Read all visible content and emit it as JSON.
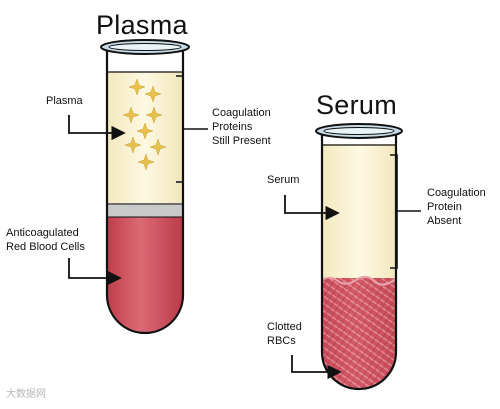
{
  "plasma_tube": {
    "title": "Plasma",
    "plasma_label": "Plasma",
    "coagulation_label": [
      "Coagulation",
      "Proteins",
      "Still Present"
    ],
    "cells_label": [
      "Anticoagulated",
      "Red Blood Cells"
    ]
  },
  "serum_tube": {
    "title": "Serum",
    "serum_label": "Serum",
    "coagulation_label": [
      "Coagulation",
      "Protein",
      "Absent"
    ],
    "cells_label": [
      "Clotted",
      "RBCs"
    ]
  },
  "watermark": "大数据网",
  "colors": {
    "plasma_fill": "#fbf4d6",
    "rbc_fill": "#cf4a57",
    "rbc_light": "#e9a6ad",
    "sparkle": "#e8c14d",
    "tube_rim": "#c6dbe6",
    "stroke": "#111111"
  }
}
